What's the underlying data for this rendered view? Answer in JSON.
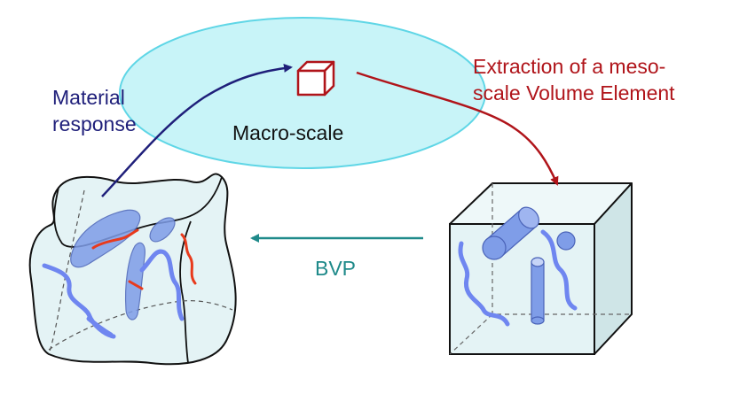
{
  "labels": {
    "macro_scale": "Macro-scale",
    "material_response_line1": "Material",
    "material_response_line2": "response",
    "extraction_line1": "Extraction of a meso-",
    "extraction_line2": "scale Volume Element",
    "bvp": "BVP"
  },
  "colors": {
    "ellipse_fill": "#c8f4f8",
    "ellipse_stroke": "#5fd6e6",
    "material_arrow": "#1f1f7a",
    "extraction_arrow": "#b0141a",
    "bvp_arrow": "#1f8a8a",
    "small_cube": "#b0141a",
    "fiber_blue": "#6f86f0",
    "crack_red": "#e83a1c",
    "body_fill": "#e4f3f5",
    "inclusion_fill": "#7f9de8"
  }
}
